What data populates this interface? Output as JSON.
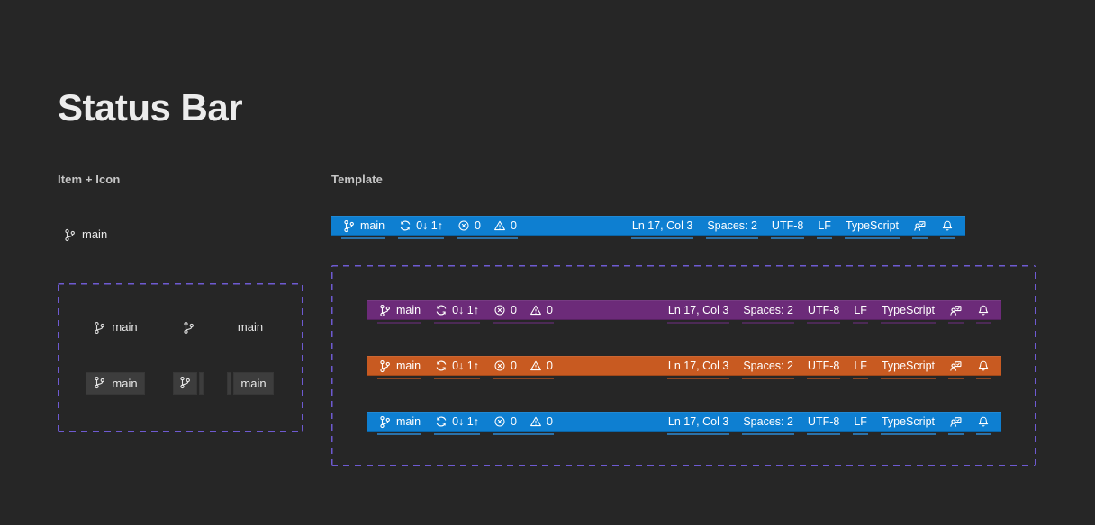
{
  "page": {
    "title": "Status Bar"
  },
  "sections": {
    "item_icon_label": "Item + Icon",
    "template_label": "Template"
  },
  "item_icon": {
    "label": "main",
    "icon": "git-branch-icon",
    "variants": [
      {
        "state": "default",
        "icon": true,
        "label": "main"
      },
      {
        "state": "default",
        "icon": true,
        "label": ""
      },
      {
        "state": "default",
        "icon": false,
        "label": "main"
      },
      {
        "state": "hover",
        "icon": true,
        "label": "main"
      },
      {
        "state": "hover",
        "icon": true,
        "label": ""
      },
      {
        "state": "hover",
        "icon": false,
        "label": "main"
      }
    ]
  },
  "statusbar": {
    "branch": {
      "icon": "git-branch-icon",
      "label": "main"
    },
    "sync": {
      "icon": "sync-icon",
      "label": "0↓ 1↑"
    },
    "problems": {
      "error_icon": "error-icon",
      "errors": "0",
      "warning_icon": "warning-icon",
      "warnings": "0"
    },
    "right": {
      "cursor": "Ln 17, Col 3",
      "indent": "Spaces: 2",
      "encoding": "UTF-8",
      "eol": "LF",
      "language": "TypeScript",
      "feedback_icon": "feedback-icon",
      "bell_icon": "bell-icon"
    }
  },
  "bars": [
    {
      "variant": "blue",
      "placement": "template"
    },
    {
      "variant": "purple",
      "placement": "boxed"
    },
    {
      "variant": "orange",
      "placement": "boxed"
    },
    {
      "variant": "blue",
      "placement": "boxed"
    }
  ],
  "colors": {
    "background": "#262626",
    "bar_blue": "#0e7fd1",
    "bar_purple": "#6c2b79",
    "bar_orange": "#c85a21",
    "dashed_border": "#6e5ad1",
    "hover_bg": "#3d3d3d"
  }
}
